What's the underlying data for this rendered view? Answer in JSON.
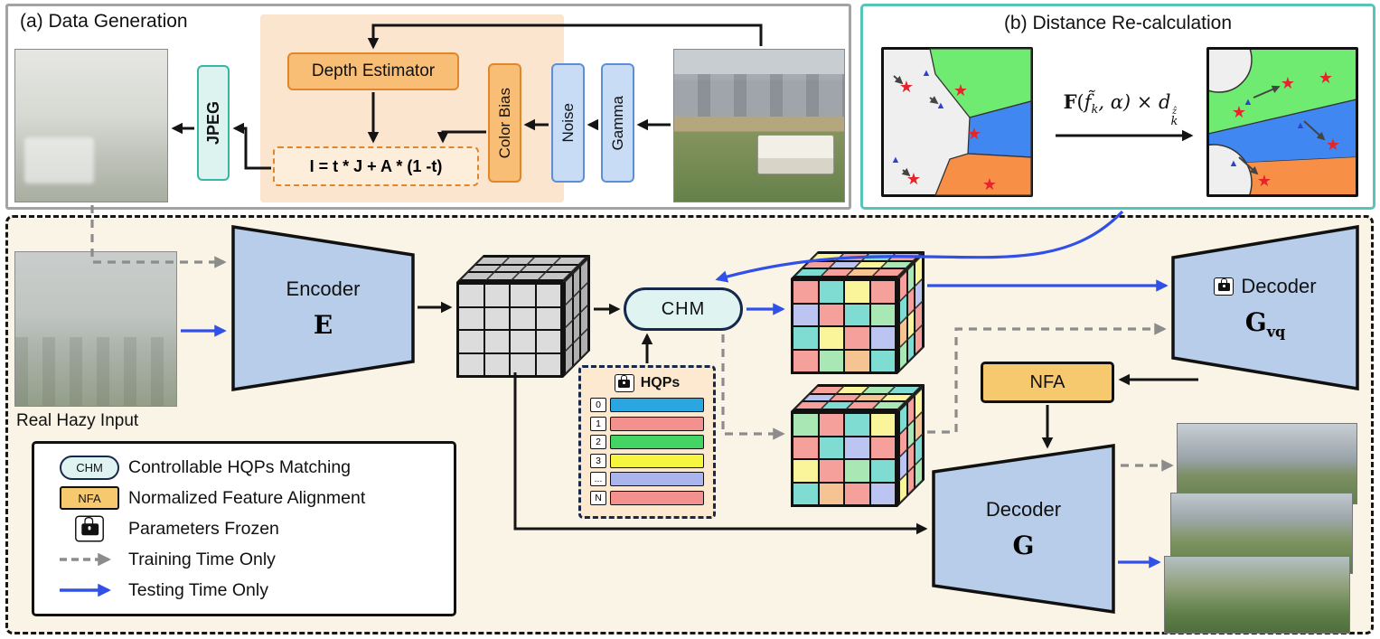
{
  "panel_a": {
    "title": "(a) Data Generation",
    "jpeg_label": "JPEG",
    "depth_estimator_label": "Depth Estimator",
    "color_bias_label": "Color Bias",
    "noise_label": "Noise",
    "gamma_label": "Gamma",
    "formula": "I = t * J + A * (1 -t)"
  },
  "panel_b": {
    "title": "(b) Distance Re-calculation",
    "formula": {
      "bold_f": "F",
      "open_paren": "(",
      "f_tilde": "f̃",
      "sub_k": "k",
      "middle": ", α) × d",
      "sup_z": "ẑ",
      "sub_k2": "k"
    },
    "marker_glyphs": {
      "prototype_star": "★",
      "feature_triangle": "▲"
    },
    "marker_colors": {
      "star": "#E4252B",
      "triangle": "#3240D0"
    },
    "region_colors": {
      "green": "#6FEB71",
      "blue": "#4087F1",
      "orange": "#F79046",
      "empty": "#EFEFEF"
    }
  },
  "main": {
    "real_hazy_label": "Real Hazy Input",
    "encoder": {
      "label": "Encoder",
      "symbol": "E"
    },
    "chm_label": "CHM",
    "hqps": {
      "title": "HQPs",
      "rows": [
        {
          "index": "0",
          "color": "#2AA7E0"
        },
        {
          "index": "1",
          "color": "#F2918D"
        },
        {
          "index": "2",
          "color": "#44D463"
        },
        {
          "index": "3",
          "color": "#F6F53F"
        },
        {
          "index": "...",
          "color": "#A9B5EC"
        },
        {
          "index": "N",
          "color": "#F2918D"
        }
      ]
    },
    "nfa_label": "NFA",
    "decoder_vq": {
      "label": "Decoder",
      "symbol": "G",
      "symbol_sub": "vq"
    },
    "decoder_g": {
      "label": "Decoder",
      "symbol": "G"
    }
  },
  "legend": {
    "chm_badge": "CHM",
    "nfa_badge": "NFA",
    "items": [
      "Controllable HQPs Matching",
      "Normalized Feature Alignment",
      "Parameters Frozen",
      "Training Time Only",
      "Testing Time Only"
    ]
  },
  "colors": {
    "testing_arrow_blue": "#3050E8",
    "training_arrow_gray": "#8C8C8C",
    "arrow_black": "#141414",
    "module_blue": "#B7CDE9",
    "panel_b_border": "#56C4BA",
    "orange_box": "#F9BE76",
    "orange_region": "#FBE5CF",
    "nfa_yellow": "#F6C96E",
    "chm_bg": "#DFF3F1",
    "main_panel_bg": "#FAF4E6"
  },
  "cubes": {
    "gray": {
      "front_fill": "#DCDCDC",
      "top_fill": "#C6C6C6",
      "side_fill": "#B0B0B0"
    },
    "color1": {
      "front": [
        "#F5A09A",
        "#7FDCD2",
        "#FAF49B",
        "#F5A09A",
        "#BCC5F2",
        "#F5A09A",
        "#7FDCD2",
        "#A9E8B4",
        "#7FDCD2",
        "#FAF49B",
        "#F5A09A",
        "#BCC5F2",
        "#F5A09A",
        "#A9E8B4",
        "#F6C492",
        "#7FDCD2"
      ],
      "top": [
        "#FAF49B",
        "#F5A09A",
        "#7FDCD2",
        "#F5A09A",
        "#F5A09A",
        "#BCC5F2",
        "#FAF49B",
        "#A9E8B4",
        "#7FDCD2",
        "#F5A09A",
        "#F6C492",
        "#F5A09A"
      ],
      "side": [
        "#F5A09A",
        "#A9E8B4",
        "#FAF49B",
        "#7FDCD2",
        "#F5A09A",
        "#BCC5F2",
        "#F6C492",
        "#FAF49B",
        "#F5A09A",
        "#A9E8B4",
        "#7FDCD2",
        "#F5A09A"
      ]
    },
    "color2": {
      "front": [
        "#A9E8B4",
        "#F5A09A",
        "#7FDCD2",
        "#FAF49B",
        "#F5A09A",
        "#7FDCD2",
        "#BCC5F2",
        "#F5A09A",
        "#FAF49B",
        "#F5A09A",
        "#A9E8B4",
        "#7FDCD2",
        "#7FDCD2",
        "#F6C492",
        "#F5A09A",
        "#BCC5F2"
      ],
      "top": [
        "#F5A09A",
        "#FAF49B",
        "#A9E8B4",
        "#7FDCD2",
        "#BCC5F2",
        "#F5A09A",
        "#F6C492",
        "#FAF49B",
        "#F5A09A",
        "#7FDCD2",
        "#F5A09A",
        "#A9E8B4"
      ],
      "side": [
        "#7FDCD2",
        "#F5A09A",
        "#FAF49B",
        "#F5A09A",
        "#A9E8B4",
        "#F6C492",
        "#BCC5F2",
        "#F5A09A",
        "#7FDCD2",
        "#FAF49B",
        "#F5A09A",
        "#A9E8B4"
      ]
    }
  }
}
